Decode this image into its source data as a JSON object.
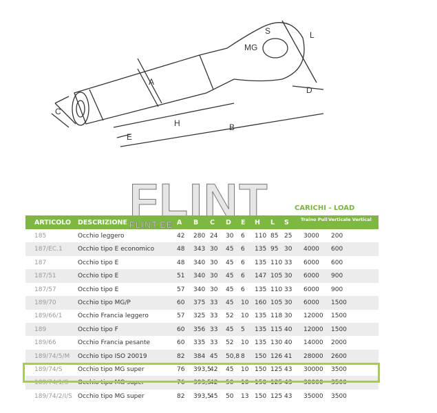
{
  "diagram": {
    "labels": [
      "S",
      "MG",
      "L",
      "A",
      "D",
      "C",
      "H",
      "B",
      "E"
    ]
  },
  "watermark": {
    "big": "FLINT",
    "small": "FLINT.EE"
  },
  "load_header": "CARICHI - LOAD",
  "colors": {
    "header_green": "#7cb93e",
    "highlight": "#a4d430"
  },
  "columns": [
    "ARTICOLO",
    "DESCRIZIONE",
    "A",
    "B",
    "C",
    "D",
    "E",
    "H",
    "L",
    "S",
    "Traino Pull",
    "Verticale Vertical"
  ],
  "rows": [
    [
      "185",
      "Occhio leggero",
      "42",
      "280",
      "24",
      "30",
      "6",
      "110",
      "85",
      "25",
      "3000",
      "200"
    ],
    [
      "187/EC.1",
      "Occhio tipo E economico",
      "48",
      "343",
      "30",
      "45",
      "6",
      "135",
      "95",
      "30",
      "4000",
      "600"
    ],
    [
      "187",
      "Occhio tipo E",
      "48",
      "340",
      "30",
      "45",
      "6",
      "135",
      "110",
      "33",
      "6000",
      "600"
    ],
    [
      "187/51",
      "Occhio tipo E",
      "51",
      "340",
      "30",
      "45",
      "6",
      "147",
      "105",
      "30",
      "6000",
      "900"
    ],
    [
      "187/57",
      "Occhio tipo E",
      "57",
      "340",
      "30",
      "45",
      "6",
      "135",
      "110",
      "33",
      "6000",
      "900"
    ],
    [
      "189/70",
      "Occhio tipo MG/P",
      "60",
      "375",
      "33",
      "45",
      "10",
      "160",
      "105",
      "30",
      "6000",
      "1500"
    ],
    [
      "189/66/1",
      "Occhio Francia leggero",
      "57",
      "325",
      "33",
      "52",
      "10",
      "135",
      "118",
      "30",
      "12000",
      "1500"
    ],
    [
      "189",
      "Occhio tipo F",
      "60",
      "356",
      "33",
      "45",
      "5",
      "135",
      "115",
      "40",
      "12000",
      "1500"
    ],
    [
      "189/66",
      "Occhio Francia pesante",
      "60",
      "335",
      "33",
      "52",
      "10",
      "135",
      "130",
      "40",
      "14000",
      "2000"
    ],
    [
      "189/74/5/M",
      "Occhio tipo ISO 20019",
      "82",
      "384",
      "45",
      "50,8",
      "8",
      "150",
      "126",
      "41",
      "28000",
      "2600"
    ],
    [
      "189/74/S",
      "Occhio tipo MG super",
      "76",
      "393,5",
      "42",
      "45",
      "10",
      "150",
      "125",
      "43",
      "30000",
      "3500"
    ],
    [
      "189/74/1/S",
      "Occhio tipo MG super",
      "76",
      "393,5",
      "42",
      "50",
      "10",
      "150",
      "125",
      "43",
      "30000",
      "3500"
    ],
    [
      "189/74/2/I/S",
      "Occhio tipo MG super",
      "82",
      "393,5",
      "45",
      "50",
      "13",
      "150",
      "125",
      "43",
      "35000",
      "3500"
    ]
  ],
  "highlighted_row": "189/74/1/S"
}
